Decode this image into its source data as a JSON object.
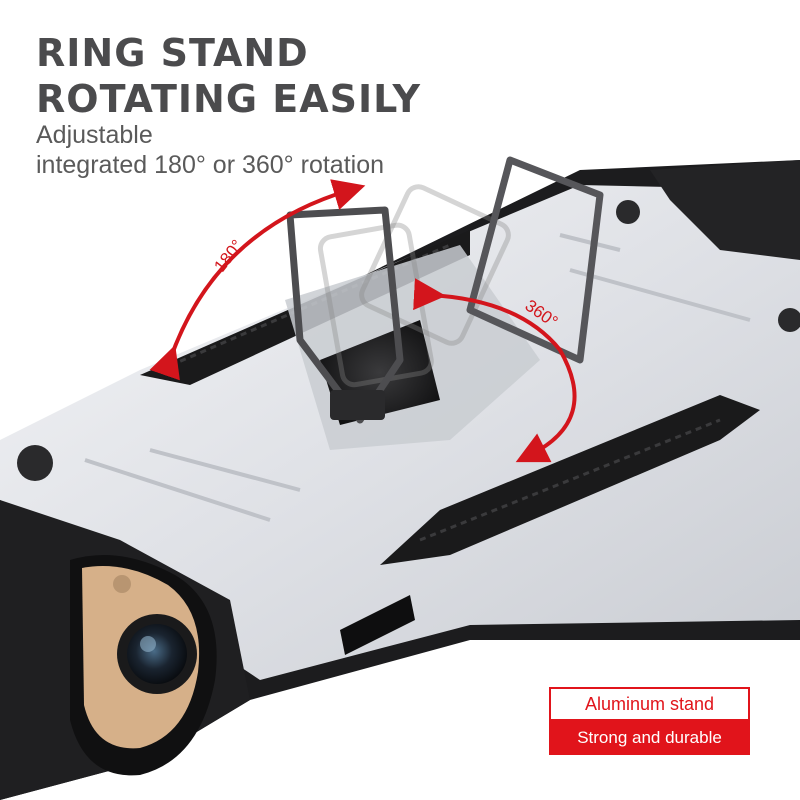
{
  "headline": {
    "line1": "RING STAND",
    "line2": "ROTATING EASILY"
  },
  "subtitle": {
    "line1": "Adjustable",
    "line2": "integrated 180° or 360° rotation"
  },
  "rotation_labels": {
    "left": "180°",
    "right": "360°"
  },
  "badge": {
    "top_label": "Aluminum stand",
    "bottom_label": "Strong and durable"
  },
  "colors": {
    "accent_red": "#e1141b",
    "headline_gray": "#4b4b4d",
    "case_silver": "#e4e6ea",
    "case_black": "#1c1c1e",
    "camera_gold": "#d6b089"
  }
}
